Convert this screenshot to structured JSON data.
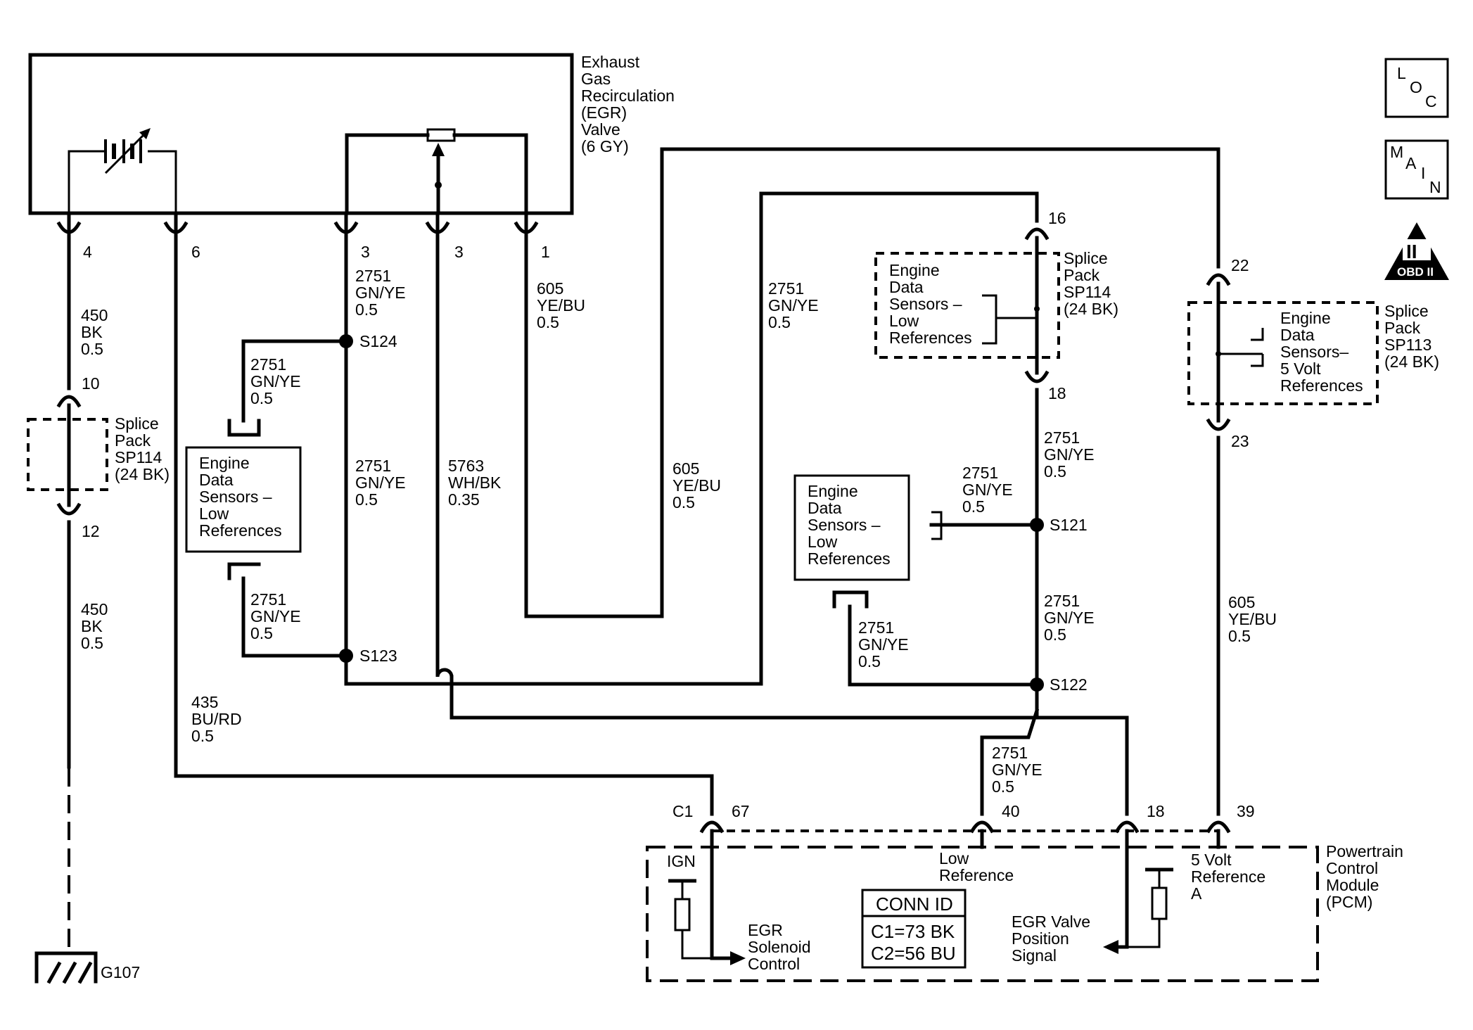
{
  "egr_valve": {
    "name": [
      "Exhaust",
      "Gas",
      "Recirculation",
      "(EGR)",
      "Valve",
      "(6 GY)"
    ]
  },
  "pins": {
    "p4": "4",
    "p6": "6",
    "p3a": "3",
    "p3b": "3",
    "p1": "1",
    "p10": "10",
    "p12": "12",
    "p16": "16",
    "p18": "18",
    "p22": "22",
    "p23": "23",
    "c1": "C1",
    "p67": "67",
    "p40": "40",
    "p18b": "18",
    "p39": "39"
  },
  "wires": {
    "w450a": [
      "450",
      "BK",
      "0.5"
    ],
    "w450b": [
      "450",
      "BK",
      "0.5"
    ],
    "w435": [
      "435",
      "BU/RD",
      "0.5"
    ],
    "w2751a": [
      "2751",
      "GN/YE",
      "0.5"
    ],
    "w2751b": [
      "2751",
      "GN/YE",
      "0.5"
    ],
    "w2751c": [
      "2751",
      "GN/YE",
      "0.5"
    ],
    "w2751d": [
      "2751",
      "GN/YE",
      "0.5"
    ],
    "w2751e": [
      "2751",
      "GN/YE",
      "0.5"
    ],
    "w2751f": [
      "2751",
      "GN/YE",
      "0.5"
    ],
    "w2751g": [
      "2751",
      "GN/YE",
      "0.5"
    ],
    "w2751h": [
      "2751",
      "GN/YE",
      "0.5"
    ],
    "w2751i": [
      "2751",
      "GN/YE",
      "0.5"
    ],
    "w2751j": [
      "2751",
      "GN/YE",
      "0.5"
    ],
    "w5763": [
      "5763",
      "WH/BK",
      "0.35"
    ],
    "w605a": [
      "605",
      "YE/BU",
      "0.5"
    ],
    "w605b": [
      "605",
      "YE/BU",
      "0.5"
    ],
    "w605c": [
      "605",
      "YE/BU",
      "0.5"
    ]
  },
  "splices": {
    "s124": "S124",
    "s123": "S123",
    "s121": "S121",
    "s122": "S122"
  },
  "splice_packs": {
    "sp114_left": [
      "Splice",
      "Pack",
      "SP114",
      "(24 BK)"
    ],
    "sp114_right": [
      "Splice",
      "Pack",
      "SP114",
      "(24 BK)"
    ],
    "sp113": [
      "Splice",
      "Pack",
      "SP113",
      "(24 BK)"
    ]
  },
  "sensor_groups": {
    "left": [
      "Engine",
      "Data",
      "Sensors –",
      "Low",
      "References"
    ],
    "mid": [
      "Engine",
      "Data",
      "Sensors –",
      "Low",
      "References"
    ],
    "right_low": [
      "Engine",
      "Data",
      "Sensors –",
      "Low",
      "References"
    ],
    "right_5v": [
      "Engine",
      "Data",
      "Sensors–",
      "5 Volt",
      "References"
    ]
  },
  "ground": {
    "label": "G107"
  },
  "pcm": {
    "name": [
      "Powertrain",
      "Control",
      "Module",
      "(PCM)"
    ],
    "ign": "IGN",
    "egr_solenoid": [
      "EGR",
      "Solenoid",
      "Control"
    ],
    "low_ref": [
      "Low",
      "Reference"
    ],
    "egr_position": [
      "EGR Valve",
      "Position",
      "Signal"
    ],
    "five_volt": [
      "5 Volt",
      "Reference",
      "A"
    ],
    "conn_id": {
      "title": "CONN ID",
      "c1": "C1=73 BK",
      "c2": "C2=56 BU"
    }
  },
  "legend": {
    "loc": [
      "L",
      "O",
      "C"
    ],
    "main": [
      "M",
      "A",
      "I",
      "N"
    ],
    "obd": {
      "numeral": "II",
      "label": "OBD II"
    }
  }
}
